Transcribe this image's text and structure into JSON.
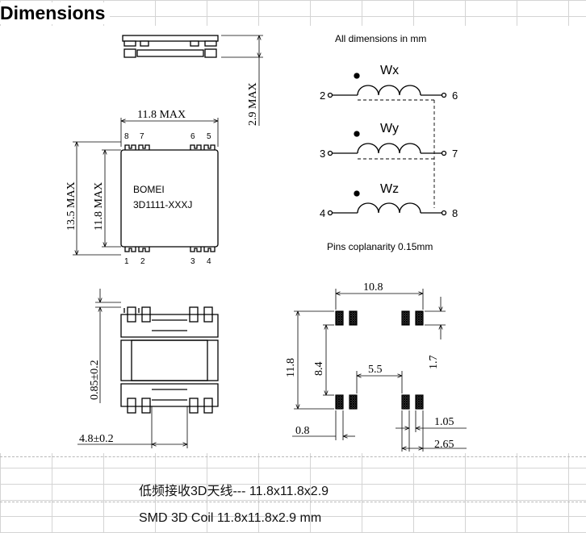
{
  "title": "Dimensions",
  "top_view": {
    "width_label": "11.8 MAX",
    "pins_top": [
      "8",
      "7",
      "6",
      "5"
    ],
    "pins_bottom": [
      "1",
      "2",
      "3",
      "4"
    ],
    "brand": "BOMEI",
    "part_number": "3D1111-XXXJ",
    "outer_height_label": "13.5 MAX",
    "body_height_label": "11.8 MAX"
  },
  "side_view": {
    "height_label": "2.9 MAX"
  },
  "schematic": {
    "note_top": "All dimensions in mm",
    "windings": [
      {
        "name": "Wx",
        "pin_in": "2",
        "pin_out": "6"
      },
      {
        "name": "Wy",
        "pin_in": "3",
        "pin_out": "7"
      },
      {
        "name": "Wz",
        "pin_in": "4",
        "pin_out": "8"
      }
    ],
    "note_bottom": "Pins coplanarity 0.15mm"
  },
  "bottom_view": {
    "terminal_label": "0.85±0.2",
    "width_label": "4.8±0.2"
  },
  "pad_layout": {
    "pad_span": "10.8",
    "outer_height": "11.8",
    "inner_height": "8.4",
    "pad_height": "1.7",
    "center_gap": "5.5",
    "pad_width": "0.8",
    "pitch_a": "1.05",
    "pitch_b": "2.65"
  },
  "captions": {
    "line1": "低频接收3D天线--- 11.8x11.8x2.9",
    "line2": "SMD 3D Coil 11.8x11.8x2.9 mm"
  }
}
